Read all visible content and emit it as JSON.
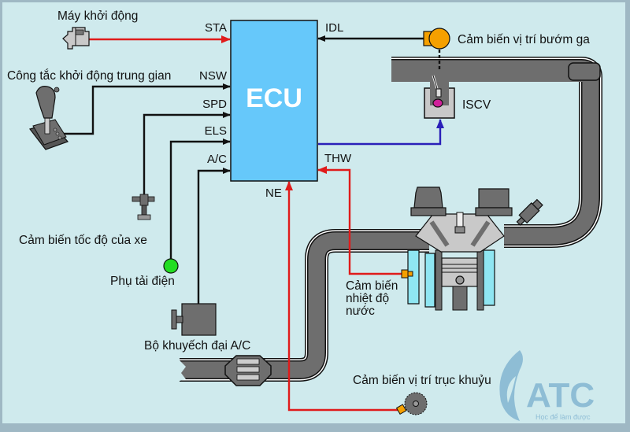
{
  "ecu": {
    "label": "ECU"
  },
  "signals": {
    "sta": "STA",
    "nsw": "NSW",
    "spd": "SPD",
    "els": "ELS",
    "ac": "A/C",
    "idl": "IDL",
    "thw": "THW",
    "ne": "NE"
  },
  "components": {
    "starter": "Máy khởi động",
    "neutral_switch": "Công tắc khởi động trung gian",
    "speed_sensor": "Cảm biến tốc độ của xe",
    "electrical_load": "Phụ tải điện",
    "ac_amplifier": "Bộ khuyếch đại A/C",
    "throttle_sensor": "Cảm biến vị trí bướm ga",
    "iscv": "ISCV",
    "coolant_sensor_line1": "Cảm biến",
    "coolant_sensor_line2": "nhiệt độ",
    "coolant_sensor_line3": "nước",
    "crank_sensor": "Cảm biến vị trí trục khuỷu"
  },
  "logo": {
    "brand": "ATC",
    "tagline": "Học để làm được"
  },
  "colors": {
    "background": "#cfeaed",
    "ecu_fill": "#66c8fa",
    "signal_red": "#e01b1b",
    "signal_blue": "#2a1fb8",
    "signal_black": "#111111",
    "pipe_gray": "#6e6e6e",
    "coolant": "#8fe6f2",
    "sensor_orange": "#f5a000",
    "load_green": "#22dd22",
    "iscv_magenta": "#d0209a",
    "logo_blue": "#7fb2d0"
  }
}
